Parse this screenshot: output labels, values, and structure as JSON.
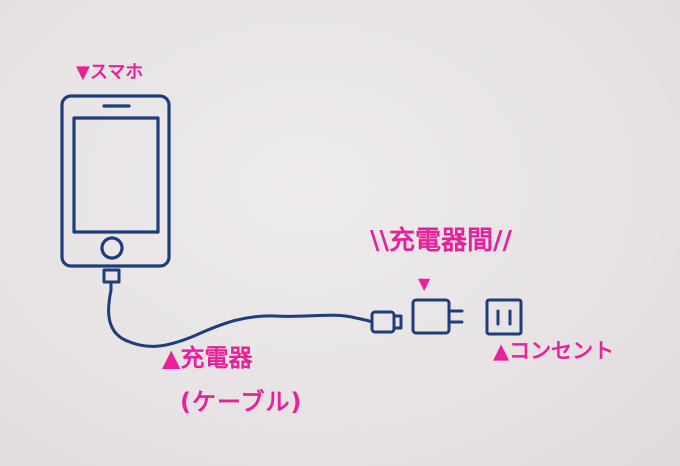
{
  "labels": {
    "smartphone": "▼スマホ",
    "charger_cable_line1": "▲充電器",
    "charger_cable_line2": "(ケーブル)",
    "charger_gap": "\\\\充電器間//",
    "charger_gap_arrow": "▼",
    "outlet": "▲コンセント"
  },
  "colors": {
    "ink": "#1f3d7a",
    "accent": "#e8219a",
    "paper": "#e9e5e6"
  }
}
